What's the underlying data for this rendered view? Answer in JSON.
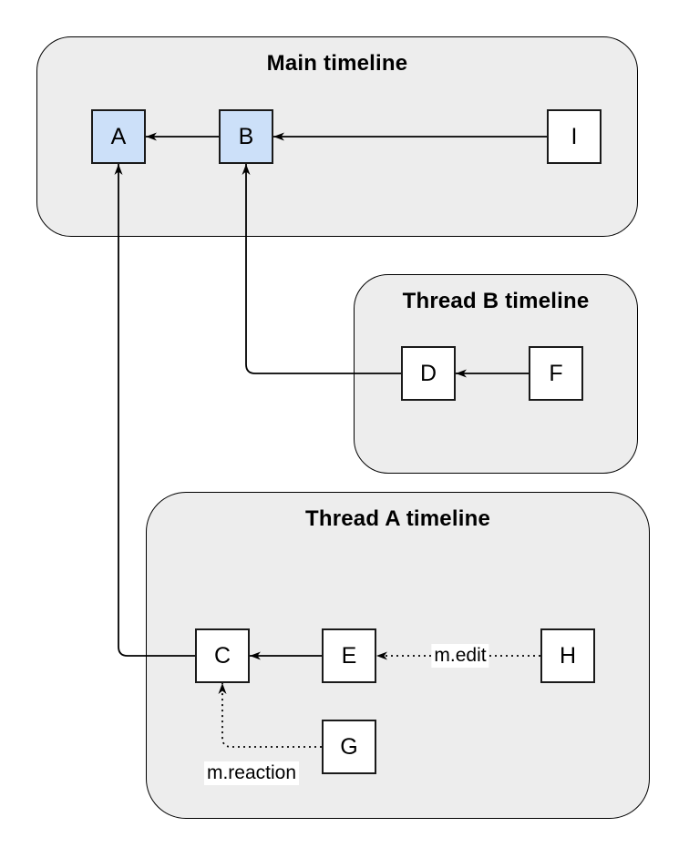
{
  "diagram": {
    "containers": [
      {
        "title": "Main timeline"
      },
      {
        "title": "Thread B timeline"
      },
      {
        "title": "Thread A timeline"
      }
    ],
    "nodes": [
      {
        "label": "A",
        "highlighted": true
      },
      {
        "label": "B",
        "highlighted": true
      },
      {
        "label": "I",
        "highlighted": false
      },
      {
        "label": "D",
        "highlighted": false
      },
      {
        "label": "F",
        "highlighted": false
      },
      {
        "label": "C",
        "highlighted": false
      },
      {
        "label": "E",
        "highlighted": false
      },
      {
        "label": "H",
        "highlighted": false
      },
      {
        "label": "G",
        "highlighted": false
      }
    ],
    "edges": [
      {
        "from": "B",
        "to": "A",
        "style": "solid",
        "label": ""
      },
      {
        "from": "I",
        "to": "B",
        "style": "solid",
        "label": ""
      },
      {
        "from": "D",
        "to": "B",
        "style": "solid",
        "label": ""
      },
      {
        "from": "F",
        "to": "D",
        "style": "solid",
        "label": ""
      },
      {
        "from": "C",
        "to": "A",
        "style": "solid",
        "label": ""
      },
      {
        "from": "E",
        "to": "C",
        "style": "solid",
        "label": ""
      },
      {
        "from": "H",
        "to": "E",
        "style": "dotted",
        "label": "m.edit"
      },
      {
        "from": "G",
        "to": "C",
        "style": "dotted",
        "label": "m.reaction"
      }
    ],
    "colors": {
      "container_fill": "#ededed",
      "container_border": "#000000",
      "node_fill": "#ffffff",
      "node_highlight_fill": "#cce0f9",
      "node_border": "#1a1a1a",
      "edge_stroke": "#000000",
      "label_bg": "#ffffff"
    }
  }
}
